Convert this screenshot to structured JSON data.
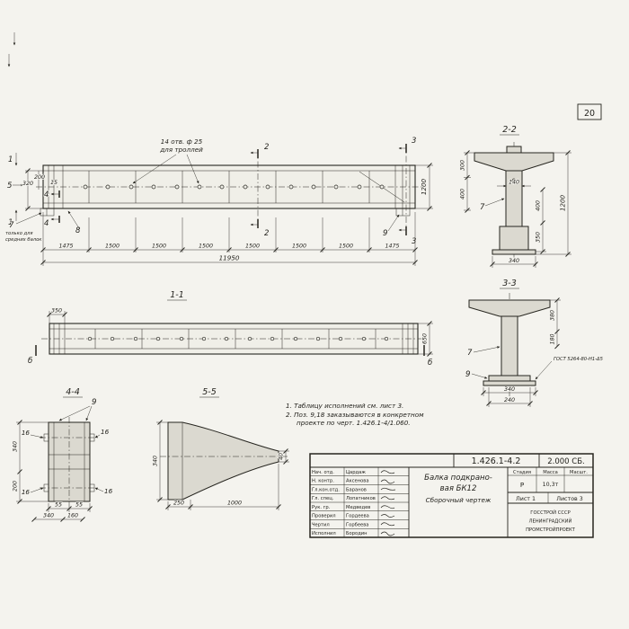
{
  "page": {
    "sheet_number": "20"
  },
  "elevation": {
    "callout_line1": "14 отв. ф 25",
    "callout_line2": "для троллей",
    "cut_1": "1",
    "cut_2": "2",
    "cut_3": "3",
    "cut_4": "4",
    "cut_5": "5",
    "pos_7": "7",
    "pos_8": "8",
    "pos_9": "9",
    "note_line1": "только для",
    "note_line2": "средних балок",
    "dim_320": "320",
    "dim_200": "200",
    "dim_15": "15",
    "dim_1200": "1200",
    "chain": [
      "1475",
      "1500",
      "1500",
      "1500",
      "1500",
      "1500",
      "1500",
      "1475"
    ],
    "total": "11950"
  },
  "section22": {
    "title": "2-2",
    "dim_300": "300",
    "dim_400_left": "400",
    "dim_140": "140",
    "dim_400_right": "400",
    "dim_350": "350",
    "dim_1200": "1200",
    "dim_340": "340",
    "pos_7": "7"
  },
  "section33": {
    "title": "3-3",
    "dim_380": "380",
    "dim_180": "180",
    "dim_340": "340",
    "dim_240": "240",
    "pos_7": "7",
    "pos_9": "9",
    "weld_note": "ГОСТ 5264-80-Н1-Δ5"
  },
  "section11": {
    "title": "1-1",
    "dim_350": "350",
    "dim_650": "650",
    "cut_b": "б"
  },
  "section44": {
    "title": "4-4",
    "pos_9": "9",
    "dim_16": "16",
    "dim_55": "55",
    "dim_340_side": "340",
    "dim_200_side": "200",
    "dim_340_bottom": "340",
    "dim_160_bottom": "160"
  },
  "section55": {
    "title": "5-5",
    "dim_340": "340",
    "dim_40": "40",
    "dim_250": "250",
    "dim_1000": "1000"
  },
  "notes": {
    "line1": "1. Таблицу исполнений см. лист 3.",
    "line2": "2. Поз. 9,18 заказываются в конкретном",
    "line3": "проекте по черт. 1.426.1-4/1.060."
  },
  "titleblock": {
    "doc_number": "1.426.1-4.2",
    "doc_code": "2.000 СБ.",
    "title_line1": "Балка подкрано-",
    "title_line2": "вая  БК12",
    "subtitle": "Сборочный чертеж",
    "col_stage": "Стадия",
    "col_mass": "Масса",
    "col_scale": "Масшт.",
    "stage_value": "Р",
    "mass_value": "10,3т",
    "sheet_info": "Лист 1",
    "sheets_info": "Листов 3",
    "org_line1": "ГОССТРОЙ СССР",
    "org_line2": "ЛЕНИНГРАДСКИЙ",
    "org_line3": "ПРОМСТРОЙПРОЕКТ",
    "rows": [
      {
        "role": "Нач. отд.",
        "name": "Цардаж"
      },
      {
        "role": "Н. контр.",
        "name": "Аксенова"
      },
      {
        "role": "Гл.кон.отд.",
        "name": "Баранов"
      },
      {
        "role": "Гл. спец.",
        "name": "Лопатников"
      },
      {
        "role": "Рук. гр.",
        "name": "Медведев"
      },
      {
        "role": "Проверил",
        "name": "Гордеева"
      },
      {
        "role": "Чертил",
        "name": "Горбеева"
      },
      {
        "role": "Исполнил",
        "name": "Бородин"
      }
    ]
  }
}
